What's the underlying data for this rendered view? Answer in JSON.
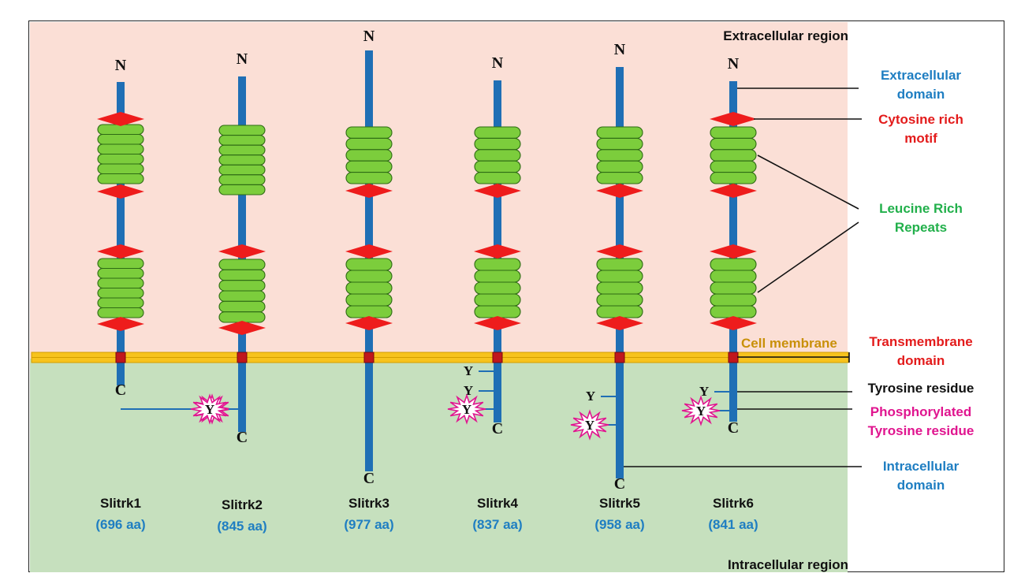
{
  "regions": {
    "extracellular": "Extracellular region",
    "intracellular": "Intracellular region",
    "membrane": "Cell membrane"
  },
  "terminus": {
    "n": "N",
    "c": "C"
  },
  "tyrosine_symbol": "Y",
  "legend": {
    "extracellular_domain": [
      "Extracellular",
      "domain"
    ],
    "cysteine_rich_motif": [
      "Cytosine rich",
      "motif"
    ],
    "leucine_rich_repeats": [
      "Leucine Rich",
      "Repeats"
    ],
    "transmembrane_domain": [
      "Transmembrane",
      "domain"
    ],
    "tyrosine_residue": [
      "Tyrosine residue"
    ],
    "phosphorylated_tyrosine": [
      "Phosphorylated",
      "Tyrosine residue"
    ],
    "intracellular_domain": [
      "Intracellular",
      "domain"
    ]
  },
  "proteins": [
    {
      "name": "Slitrk1",
      "length": "(696 aa)",
      "tyrosines": 0,
      "phospho_tyrosines": 0
    },
    {
      "name": "Slitrk2",
      "length": "(845 aa)",
      "tyrosines": 0,
      "phospho_tyrosines": 1
    },
    {
      "name": "Slitrk3",
      "length": "(977 aa)",
      "tyrosines": 0,
      "phospho_tyrosines": 0
    },
    {
      "name": "Slitrk4",
      "length": "(837 aa)",
      "tyrosines": 2,
      "phospho_tyrosines": 1
    },
    {
      "name": "Slitrk5",
      "length": "(958 aa)",
      "tyrosines": 1,
      "phospho_tyrosines": 1
    },
    {
      "name": "Slitrk6",
      "length": "(841 aa)",
      "tyrosines": 1,
      "phospho_tyrosines": 1
    }
  ],
  "colors": {
    "extracellular_bg": "#fbdfd6",
    "intracellular_bg": "#c6e0be",
    "stem": "#1f6fb5",
    "cysteine_motif": "#ee1c1c",
    "lrr": "#7ccd3c",
    "membrane": "#f7c31d",
    "membrane_label": "#c9900a",
    "blue_label": "#1f7ec2",
    "red_label": "#e31b1b",
    "green_label": "#22b04b",
    "magenta_label": "#e0158f"
  }
}
